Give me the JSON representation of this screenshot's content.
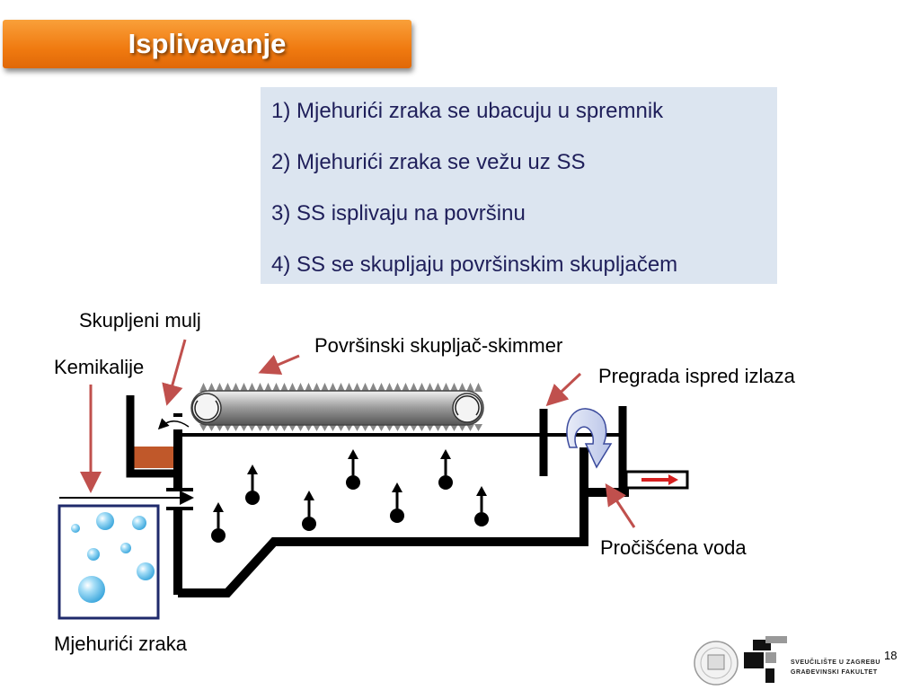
{
  "title": "Isplivavanje",
  "steps": [
    "1) Mjehurići zraka se ubacuju u spremnik",
    "2) Mjehurići zraka se vežu uz SS",
    "3) SS isplivaju na površinu",
    "4) SS se skupljaju površinskim skupljačem"
  ],
  "labels": {
    "sludge": "Skupljeni mulj",
    "skimmer": "Površinski skupljač-skimmer",
    "chemicals": "Kemikalije",
    "baffle": "Pregrada ispred izlaza",
    "treated_water": "Pročišćena voda",
    "air_bubbles": "Mjehurići zraka"
  },
  "logo": {
    "line1": "SVEUČILIŠTE U ZAGREBU",
    "line2": "GRAĐEVINSKI FAKULTET"
  },
  "page_number": "18",
  "colors": {
    "title_bg": "#f08a20",
    "steps_bg": "#dce5f0",
    "arrow_red": "#c0504d",
    "sludge": "#c0582a",
    "bubble": "#5bb7e8"
  }
}
